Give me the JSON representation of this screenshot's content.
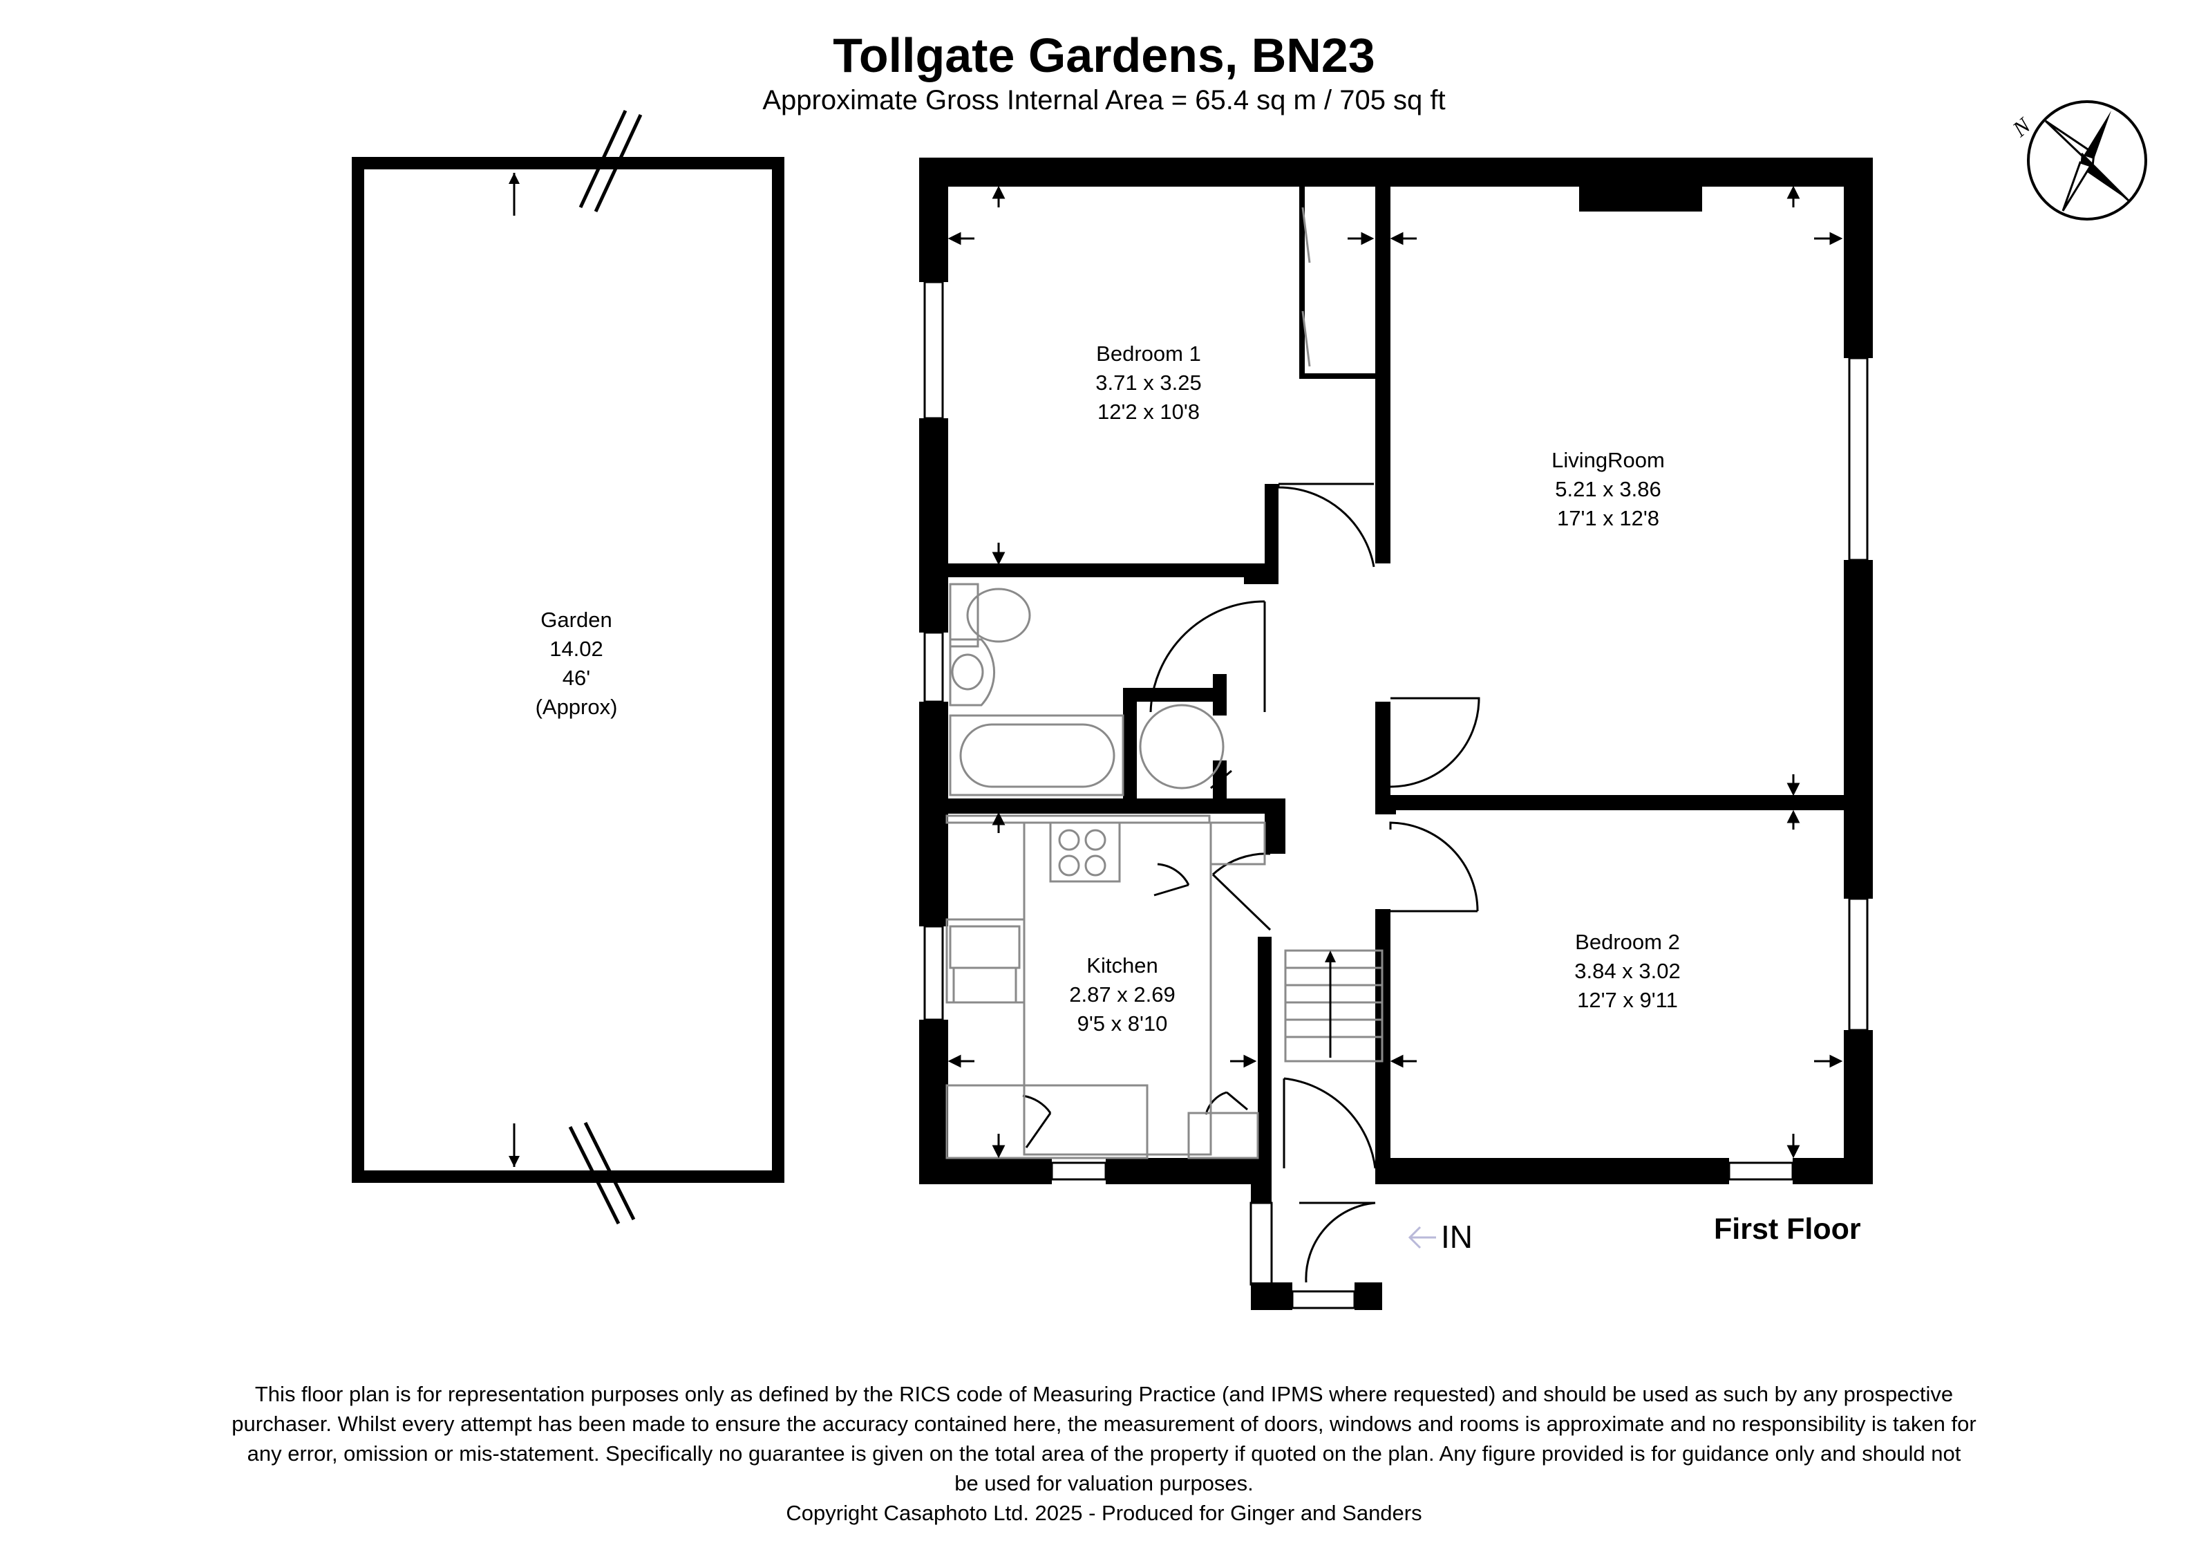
{
  "header": {
    "title": "Tollgate Gardens, BN23",
    "subtitle": "Approximate Gross Internal Area = 65.4 sq m / 705 sq ft"
  },
  "rooms": {
    "bedroom1": {
      "name": "Bedroom 1",
      "metric": "3.71 x 3.25",
      "imperial": "12'2 x 10'8"
    },
    "living": {
      "name": "LivingRoom",
      "metric": "5.21 x 3.86",
      "imperial": "17'1 x 12'8"
    },
    "garden": {
      "name": "Garden",
      "metric": "14.02",
      "imperial": "46'",
      "note": "(Approx)"
    },
    "kitchen": {
      "name": "Kitchen",
      "metric": "2.87 x 2.69",
      "imperial": "9'5 x 8'10"
    },
    "bedroom2": {
      "name": "Bedroom 2",
      "metric": "3.84 x 3.02",
      "imperial": "12'7 x 9'11"
    }
  },
  "labels": {
    "entrance": "IN",
    "floor": "First Floor",
    "compass_letter": "N"
  },
  "icons": {
    "compass": "compass-rose-icon",
    "entrance_arrow": "arrow-left-icon"
  },
  "colors": {
    "wall": "#000000",
    "fixture": "#8a8a8a",
    "background": "#ffffff"
  },
  "disclaimer": {
    "line1": "This floor plan is for representation purposes only as defined by the RICS code of Measuring Practice (and IPMS where requested) and should be used as such by any prospective",
    "line2": "purchaser. Whilst every attempt has been made to ensure the accuracy contained here, the measurement of doors, windows and rooms is approximate and no responsibility is taken for",
    "line3": "any error, omission or mis-statement. Specifically no guarantee is given on the total area of the property if quoted on the plan. Any figure provided is for guidance only and should not",
    "line4": "be used for valuation purposes.",
    "copyright": "Copyright Casaphoto Ltd. 2025 - Produced for Ginger and Sanders"
  }
}
